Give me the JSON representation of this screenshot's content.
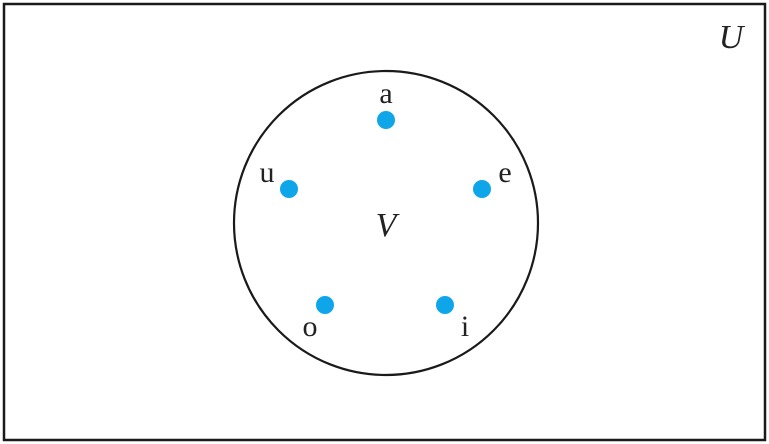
{
  "diagram": {
    "universe_label": "U",
    "set_label": "V",
    "elements": [
      {
        "id": "a",
        "label": "a"
      },
      {
        "id": "e",
        "label": "e"
      },
      {
        "id": "i",
        "label": "i"
      },
      {
        "id": "o",
        "label": "o"
      },
      {
        "id": "u",
        "label": "u"
      }
    ]
  },
  "colors": {
    "dot": "#0fa6e9",
    "stroke": "#1a1a1a",
    "text": "#222222"
  }
}
